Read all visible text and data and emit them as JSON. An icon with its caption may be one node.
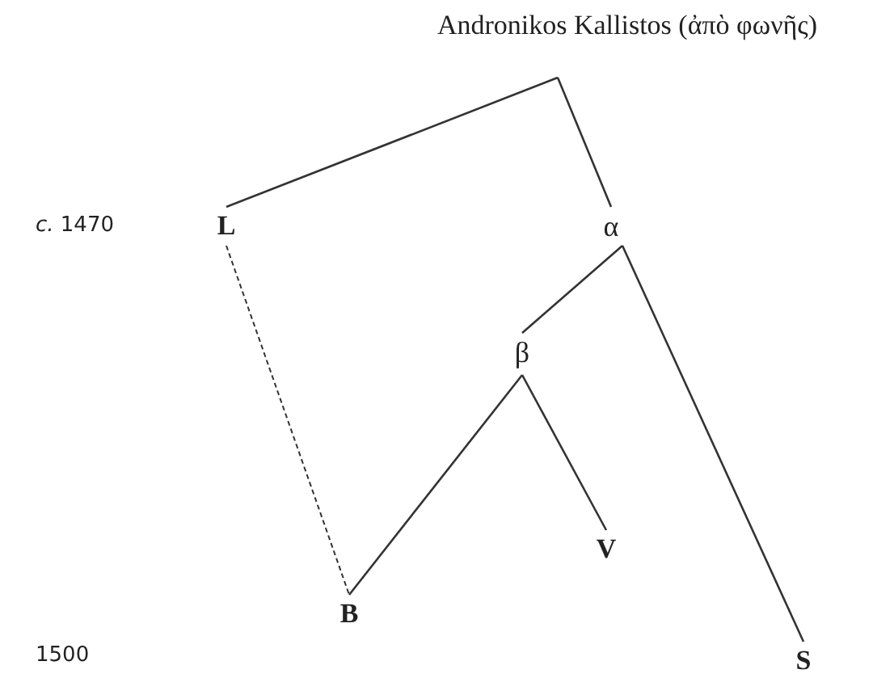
{
  "diagram": {
    "nodes": [
      {
        "text": [
          "Andronikos Kallistos (ἀπὸ φωνῆς)"
        ]
      },
      {
        "text": [
          "L"
        ]
      },
      {
        "text": [
          "α"
        ]
      },
      {
        "text": [
          "β"
        ]
      },
      {
        "text": [
          "V"
        ]
      },
      {
        "text": [
          "B"
        ]
      },
      {
        "text": [
          "S"
        ]
      }
    ],
    "edges": [
      {
        "from": 0,
        "to": 1,
        "arrow": "none"
      },
      {
        "from": 0,
        "to": 2,
        "arrow": "none"
      },
      {
        "from": 2,
        "to": 3,
        "arrow": "none"
      },
      {
        "from": 2,
        "to": 6,
        "arrow": "none"
      },
      {
        "from": 3,
        "to": 5,
        "arrow": "none"
      },
      {
        "from": 3,
        "to": 4,
        "arrow": "none"
      },
      {
        "from": 1,
        "to": 5,
        "arrow": "none",
        "style": "dashed"
      }
    ],
    "labels": [
      "*c.* 1470",
      "1500"
    ]
  }
}
